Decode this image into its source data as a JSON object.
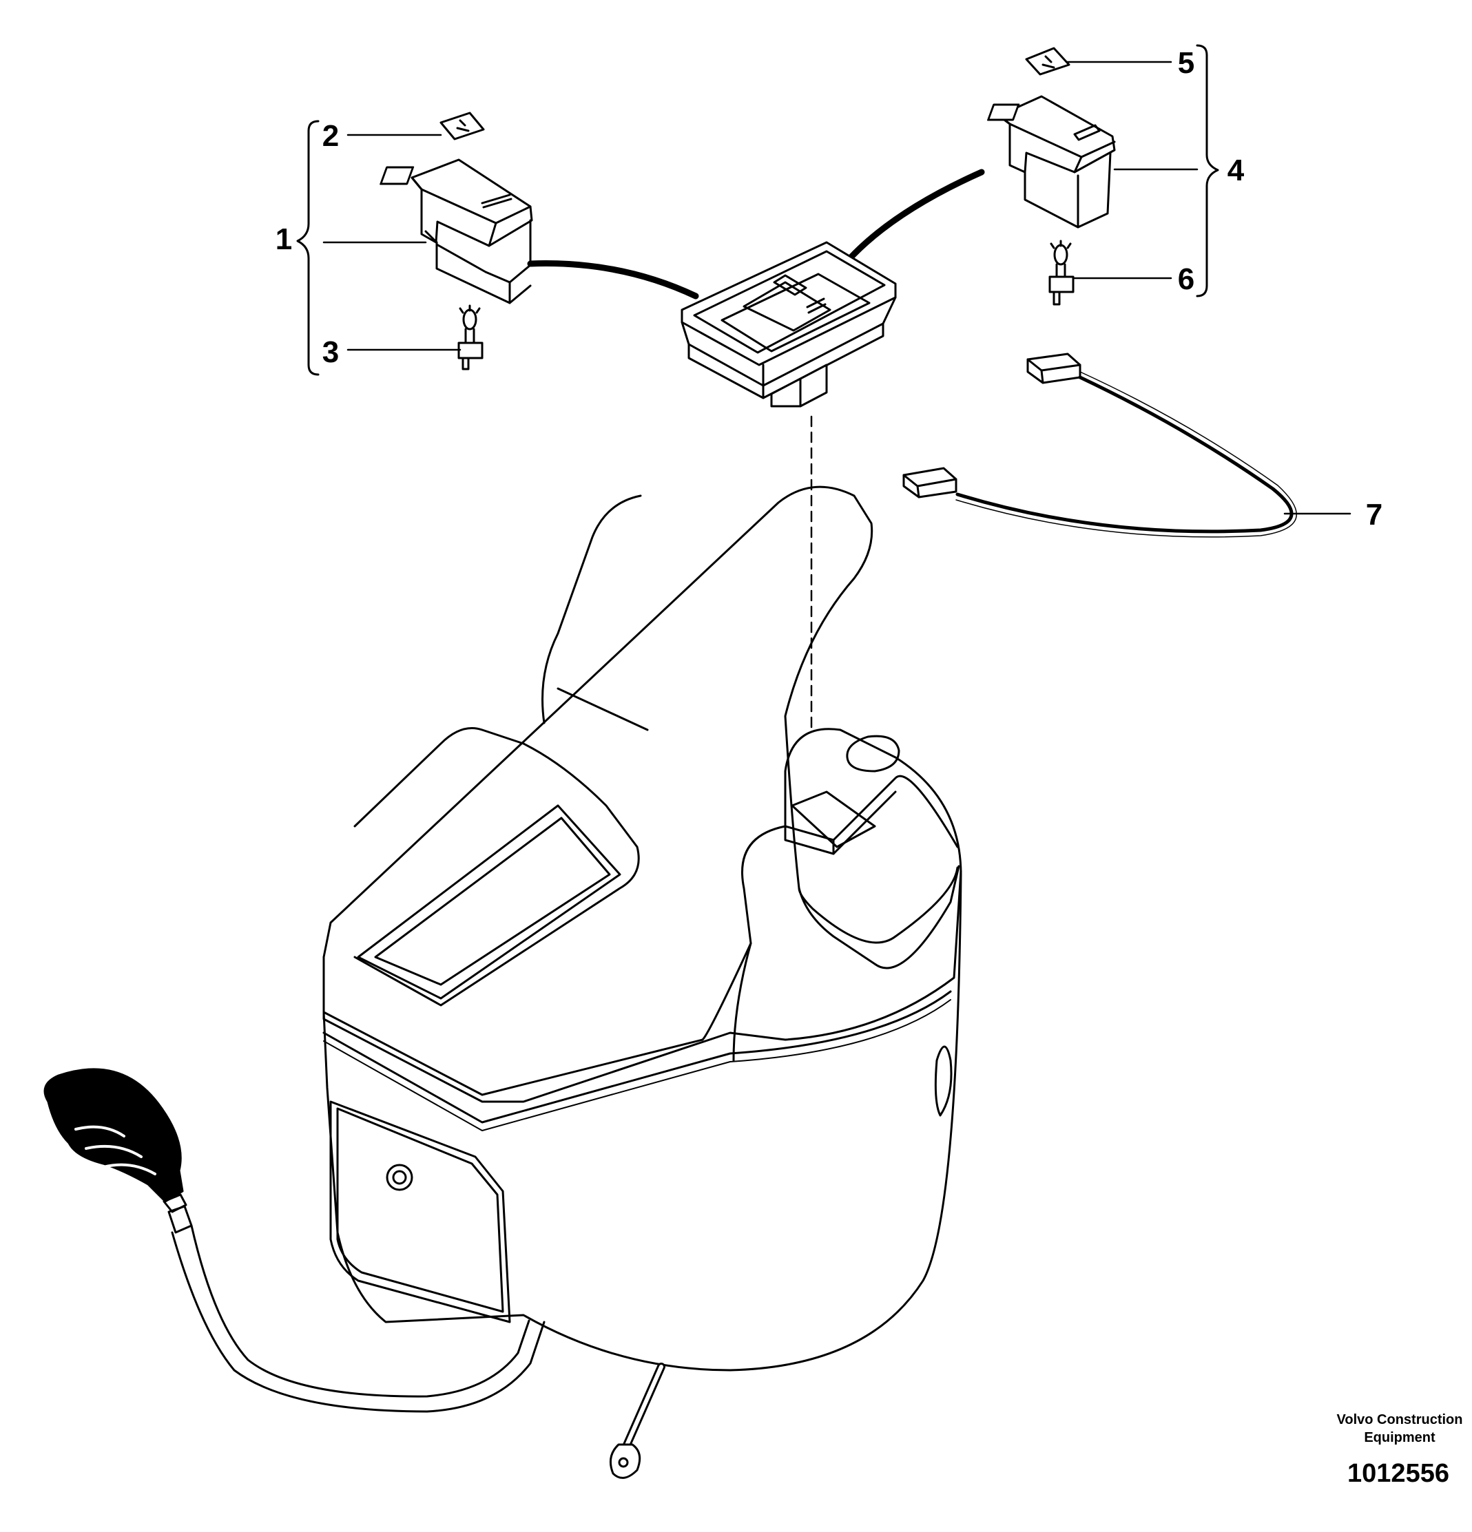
{
  "diagram": {
    "callouts": [
      {
        "id": "1",
        "text": "1"
      },
      {
        "id": "2",
        "text": "2"
      },
      {
        "id": "3",
        "text": "3"
      },
      {
        "id": "4",
        "text": "4"
      },
      {
        "id": "5",
        "text": "5"
      },
      {
        "id": "6",
        "text": "6"
      },
      {
        "id": "7",
        "text": "7"
      }
    ],
    "footer": {
      "brand_line1": "Volvo Construction",
      "brand_line2": "Equipment",
      "part_number": "1012556"
    }
  }
}
